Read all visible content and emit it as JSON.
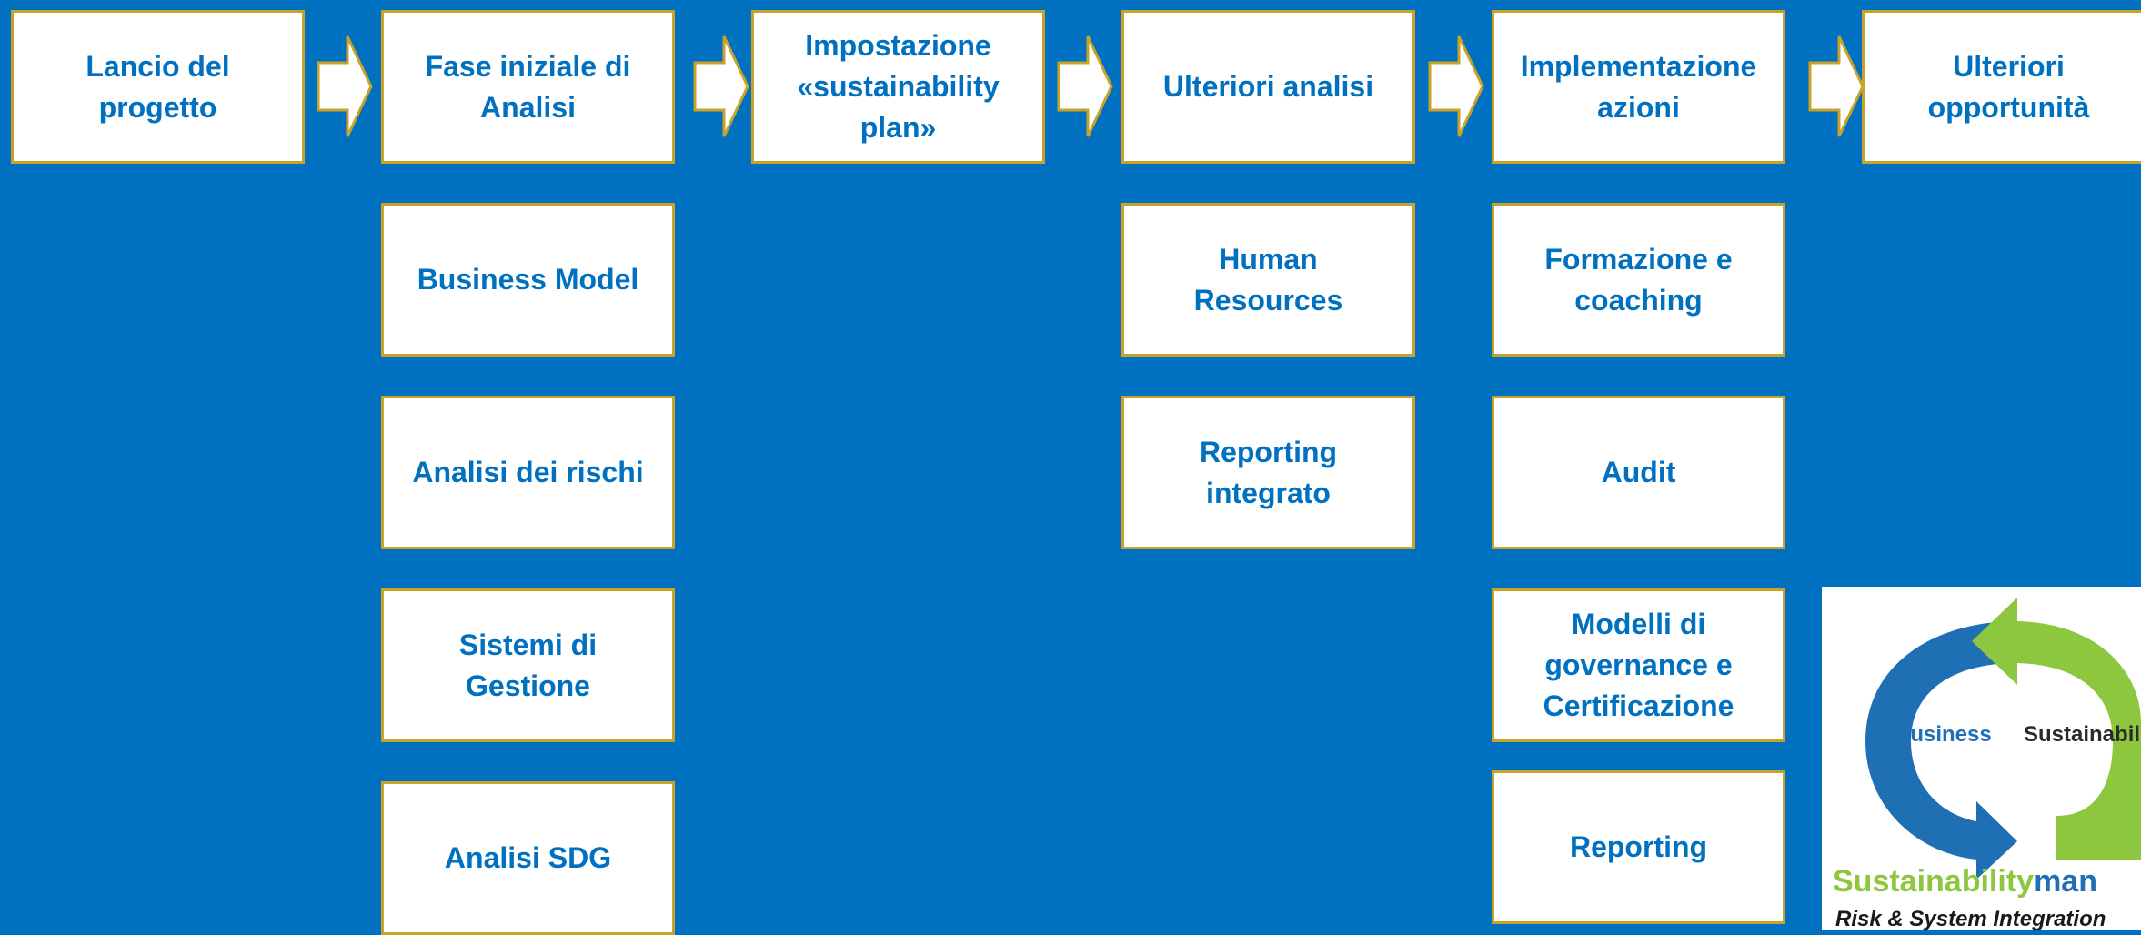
{
  "colors": {
    "background": "#0070C0",
    "box_fill": "#FFFFFF",
    "box_border": "#C9A227",
    "text": "#0070C0",
    "logo_green": "#8DC63F",
    "logo_blue": "#1F6FB5"
  },
  "columns": [
    {
      "header": "Lancio del\nprogetto",
      "items": []
    },
    {
      "header": "Fase iniziale di\nAnalisi",
      "items": [
        "Business Model",
        "Analisi dei rischi",
        "Sistemi di\nGestione",
        "Analisi SDG"
      ]
    },
    {
      "header": "Impostazione\n«sustainability\nplan»",
      "items": []
    },
    {
      "header": "Ulteriori analisi",
      "items": [
        "Human\nResources",
        "Reporting\nintegrato"
      ]
    },
    {
      "header": "Implementazione\nazioni",
      "items": [
        "Formazione e\ncoaching",
        "Audit",
        "Modelli di\ngovernance e\nCertificazione",
        "Reporting"
      ]
    },
    {
      "header": "Ulteriori\nopportunità",
      "items": []
    }
  ],
  "arrow_icon": "right-block-arrow",
  "logo": {
    "business_label": "Business",
    "sustainability_label": "Sustainabil",
    "brand_green": "Sustainability",
    "brand_blue": "man",
    "tagline": "Risk & System Integration"
  }
}
